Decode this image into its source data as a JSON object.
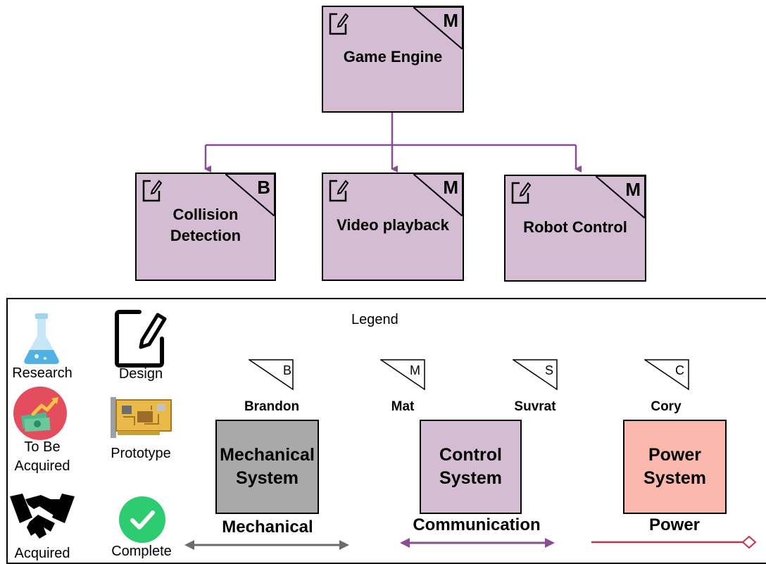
{
  "diagram": {
    "root": {
      "title": "Game Engine",
      "owner": "M"
    },
    "children": [
      {
        "title": "Collision\nDetection",
        "owner": "B"
      },
      {
        "title": "Video playback",
        "owner": "M"
      },
      {
        "title": "Robot Control",
        "owner": "M"
      }
    ]
  },
  "legend": {
    "title": "Legend",
    "icons": {
      "research": "Research",
      "design": "Design",
      "to_be_acquired": "To Be\nAcquired",
      "prototype": "Prototype",
      "acquired": "Acquired",
      "complete": "Complete"
    },
    "owners": [
      {
        "letter": "B",
        "name": "Brandon"
      },
      {
        "letter": "M",
        "name": "Mat"
      },
      {
        "letter": "S",
        "name": "Suvrat"
      },
      {
        "letter": "C",
        "name": "Cory"
      }
    ],
    "systems": [
      {
        "title": "Mechanical\nSystem",
        "color": "#a9a9a9",
        "connection": "Mechanical",
        "line_color": "#6b6b6b"
      },
      {
        "title": "Control\nSystem",
        "color": "#d4bdd3",
        "connection": "Communication",
        "line_color": "#8b4c97"
      },
      {
        "title": "Power\nSystem",
        "color": "#fbb9ae",
        "connection": "Power",
        "line_color": "#c0344b"
      }
    ]
  },
  "colors": {
    "node_fill": "#d4bdd3",
    "connector": "#8b4c97"
  }
}
